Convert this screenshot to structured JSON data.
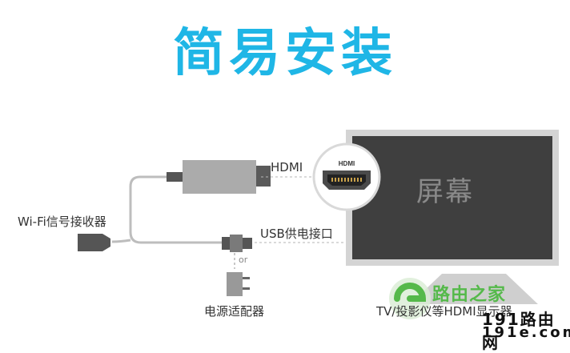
{
  "title": "简易安装",
  "labels": {
    "hdmi": "HDMI",
    "usb_port": "USB供电接口",
    "receiver": "Wi-Fi信号接收器",
    "or": "or",
    "adapter": "电源适配器",
    "screen": "屏幕",
    "screen_caption": "TV/投影仪等HDMI显示器",
    "hdmi_logo": "HDMI"
  },
  "watermark": {
    "brand_cn": "路由之家",
    "brand_191": "191路由网",
    "url": "191e.com"
  },
  "colors": {
    "title": "#1fb6e6",
    "screen": "#3f3f3f",
    "tv_frame": "#d4d4d4",
    "watermark_green": "#55b94a"
  }
}
